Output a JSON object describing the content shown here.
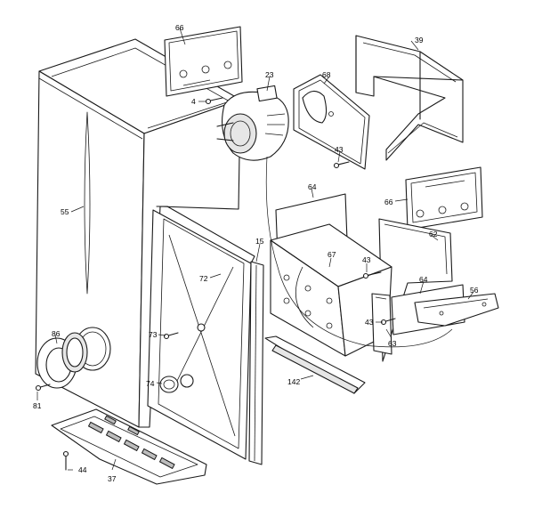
{
  "callouts": {
    "c66_top": "66",
    "c23": "23",
    "c39": "39",
    "c68": "68",
    "c4": "4",
    "c43_a": "43",
    "c64_a": "64",
    "c66_right": "66",
    "c55": "55",
    "c62": "62",
    "c15": "15",
    "c67": "67",
    "c43_b": "43",
    "c72": "72",
    "c64_b": "64",
    "c56": "56",
    "c43_c": "43",
    "c73": "73",
    "c86": "86",
    "c63": "63",
    "c74": "74",
    "c142": "142",
    "c81": "81",
    "c44": "44",
    "c37": "37"
  }
}
